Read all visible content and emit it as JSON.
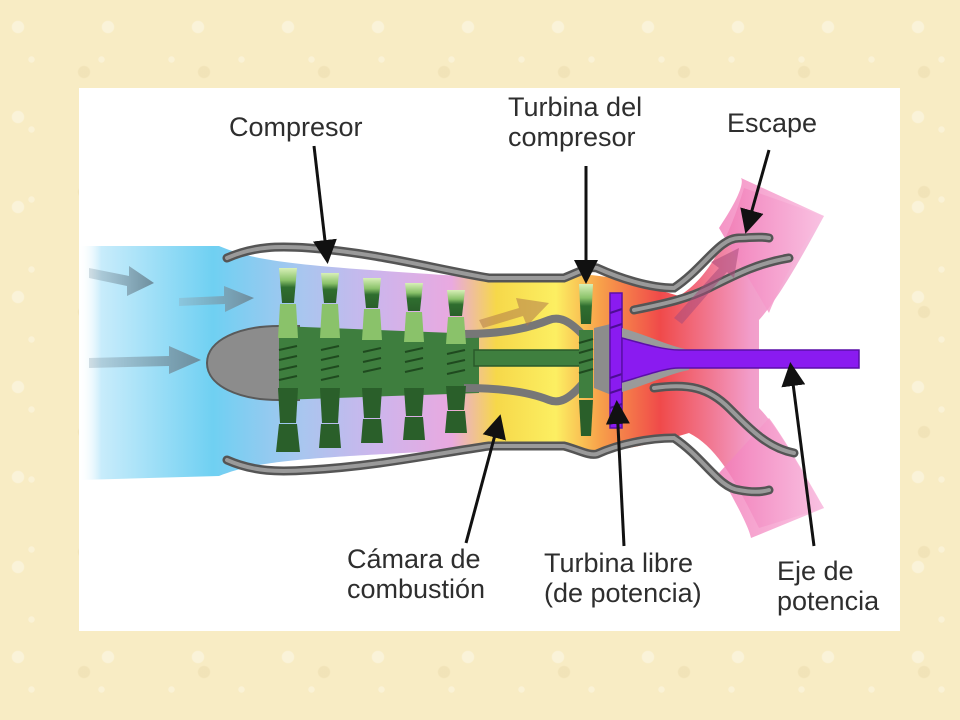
{
  "labels": {
    "compresor": "Compresor",
    "turbina_compresor": [
      "Turbina del",
      "compresor"
    ],
    "escape": "Escape",
    "camara": [
      "Cámara de",
      "combustión"
    ],
    "turbina_libre": [
      "Turbina libre",
      "(de potencia)"
    ],
    "eje": [
      "Eje de",
      "potencia"
    ]
  },
  "colors": {
    "background": "#f8ecc4",
    "intake_air": "#7fd4f3",
    "compressor_blades": "#2d6a2d",
    "compressor_blade_tips": "#bfe3a0",
    "combustion": "#f5d93c",
    "hot_gas": "#f04a4a",
    "exhaust": "#f5b3dc",
    "power_shaft": "#8a1bf0",
    "casing": "#555555"
  }
}
